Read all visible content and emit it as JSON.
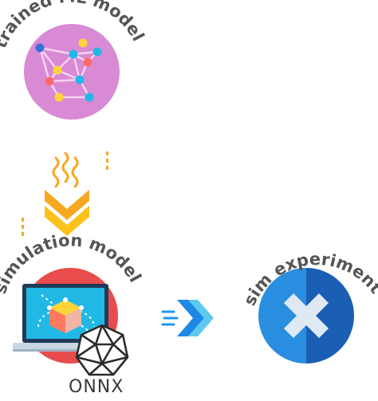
{
  "nodes": {
    "trained_model": {
      "label": "trained ML model",
      "color": "#d98ad4"
    },
    "simulation_model": {
      "label": "simulation model",
      "color": "#e84c4c"
    },
    "sim_experiments": {
      "label": "sim experiments[...]",
      "color": "#1a73c9"
    }
  },
  "onnx": {
    "label": "ONNX"
  },
  "icons": {
    "neural_network": "neural-network-icon",
    "monitor": "monitor-icon",
    "cube": "cube-icon",
    "polyhedron": "polyhedron-icon",
    "down_chevrons": "double-chevron-down-icon",
    "right_chevrons": "double-chevron-right-icon",
    "x_mark": "x-mark-icon"
  },
  "colors": {
    "accent_orange": "#f7a823",
    "accent_yellow": "#fcc21b",
    "accent_blue": "#2196f3",
    "cyan": "#22b8e6",
    "label_gray": "#555555"
  }
}
